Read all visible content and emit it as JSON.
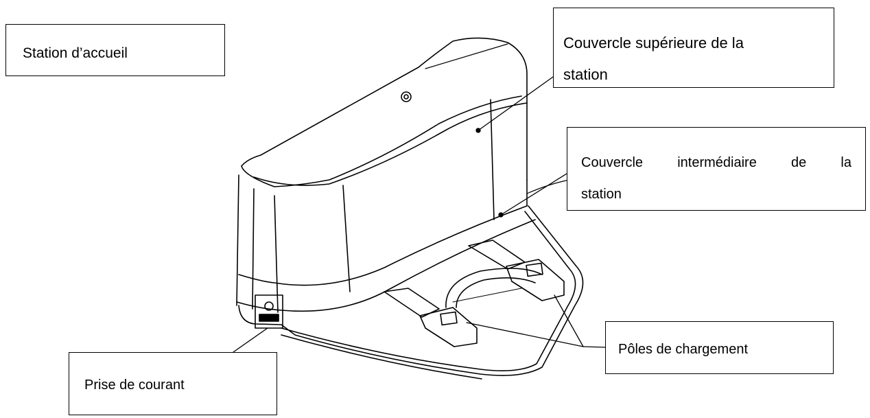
{
  "labels": {
    "title": "Station d’accueil",
    "top_cover_line1": "Couvercle supérieure de la",
    "top_cover_line2": "station",
    "mid_cover_line1": "Couvercle intermédiaire de la",
    "mid_cover_line2": "station",
    "charging_poles": "Pôles de chargement",
    "power_socket": "Prise de courant"
  },
  "colors": {
    "line": "#000000",
    "background": "#ffffff"
  }
}
